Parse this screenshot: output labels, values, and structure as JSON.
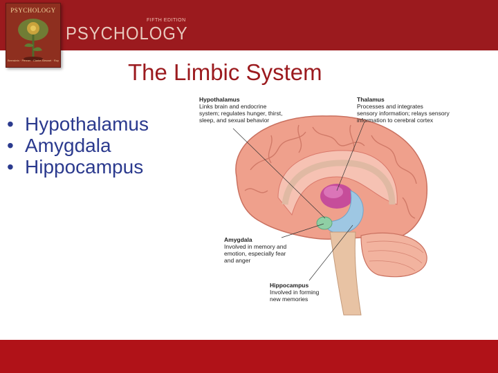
{
  "header": {
    "edition": "FIFTH EDITION",
    "brand": "PSYCHOLOGY",
    "cover_title": "PSYCHOLOGY",
    "cover_subtitle": "Bernstein · Penner · Clarke-Stewart · Roy"
  },
  "slide": {
    "title": "The Limbic System",
    "bullets": [
      "Hypothalamus",
      "Amygdala",
      "Hippocampus"
    ]
  },
  "figure": {
    "labels": {
      "hypothalamus": {
        "name": "Hypothalamus",
        "lines": [
          "Links brain and endocrine",
          "system; regulates hunger, thirst,",
          "sleep, and sexual behavior"
        ]
      },
      "thalamus": {
        "name": "Thalamus",
        "lines": [
          "Processes and integrates",
          "sensory information; relays sensory",
          "information to cerebral cortex"
        ]
      },
      "amygdala": {
        "name": "Amygdala",
        "lines": [
          "Involved in memory and",
          "emotion, especially fear",
          "and anger"
        ]
      },
      "hippocampus": {
        "name": "Hippocampus",
        "lines": [
          "Involved in forming",
          "new memories"
        ]
      }
    },
    "colors": {
      "cortex": "#efa08c",
      "cortex_dark": "#d9786a",
      "thalamus": "#c64d9a",
      "hippocampus": "#9ec7e3",
      "amygdala": "#8fcfa5",
      "brainstem": "#e8c3a4",
      "cerebellum": "#f2b39f"
    }
  },
  "colors": {
    "header": "#9b1a1e",
    "footer": "#b01218",
    "title": "#9b1a1e",
    "bullets": "#2b3a8e"
  }
}
